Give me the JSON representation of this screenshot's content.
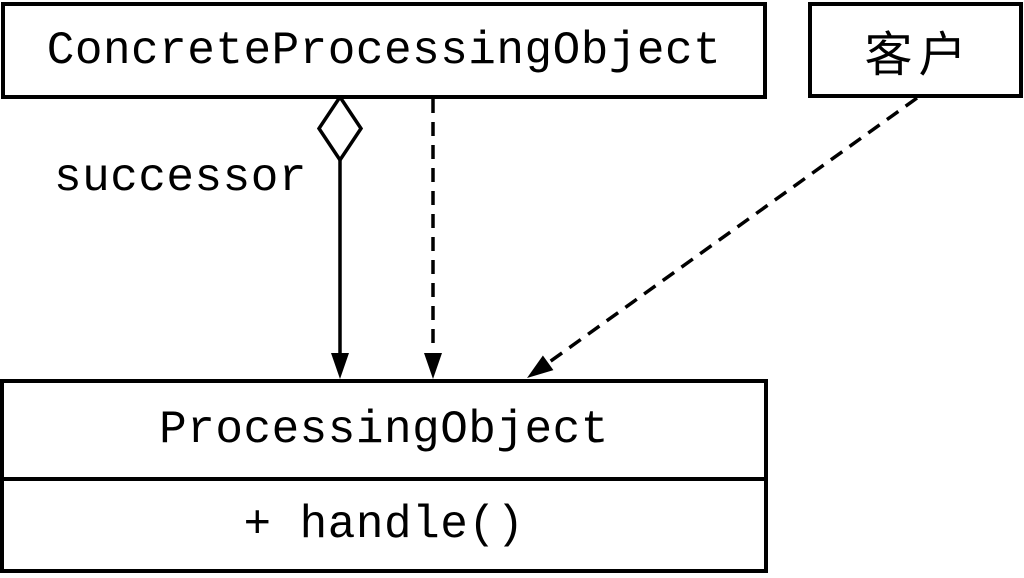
{
  "diagram": {
    "title": "chain-of-responsibility-uml",
    "colors": {
      "background": "#ffffff",
      "line": "#000000",
      "box_fill": "#ffffff"
    },
    "nodes": {
      "concrete": {
        "label": "ConcreteProcessingObject"
      },
      "client": {
        "label": "客户"
      },
      "processing": {
        "name": "ProcessingObject",
        "method": "+ handle()"
      }
    },
    "edges": {
      "successor_label": "successor",
      "aggregation": {
        "from": "ConcreteProcessingObject",
        "to": "ProcessingObject",
        "kind": "aggregation-solid-arrow-open-diamond"
      },
      "dependency_concrete": {
        "from": "ConcreteProcessingObject",
        "to": "ProcessingObject",
        "kind": "dashed-arrow"
      },
      "dependency_client": {
        "from": "客户",
        "to": "ProcessingObject",
        "kind": "dashed-arrow"
      }
    }
  }
}
